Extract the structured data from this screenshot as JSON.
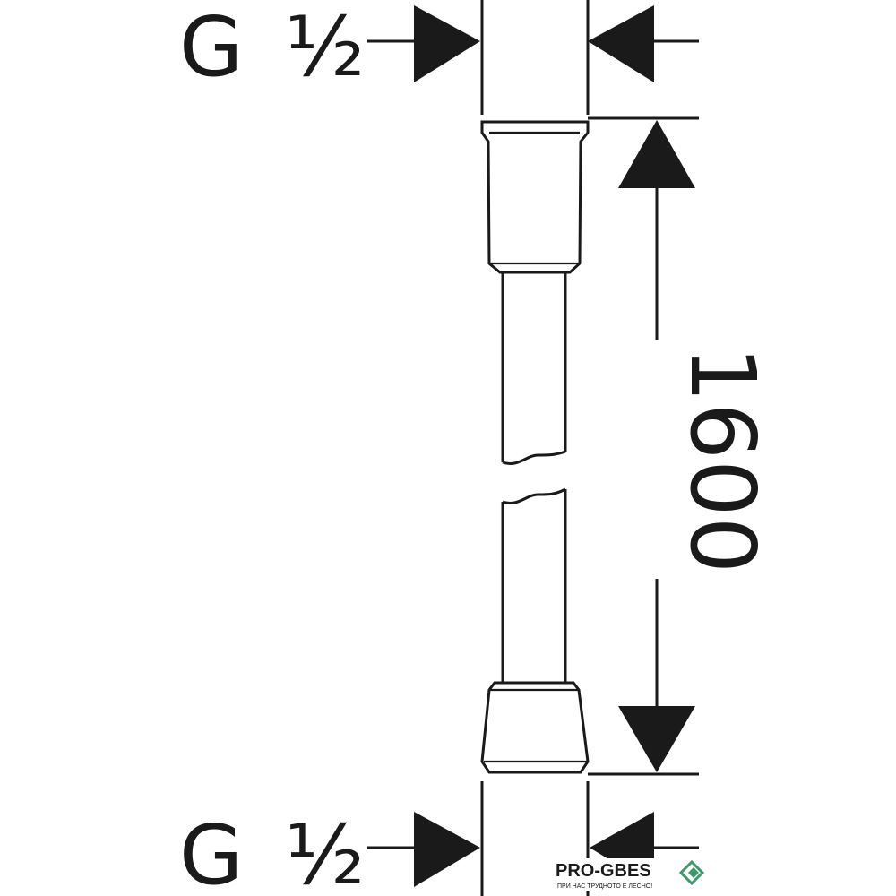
{
  "top_thread": {
    "letter": "G",
    "size": "½"
  },
  "bottom_thread": {
    "letter": "G",
    "size": "½"
  },
  "length_dimension": "1600",
  "watermark": {
    "brand": "PRO-GBES",
    "tagline": "ПРИ НАС ТРУДНОТО Е ЛЕСНО!",
    "mark_color": "#3a9a6a"
  }
}
